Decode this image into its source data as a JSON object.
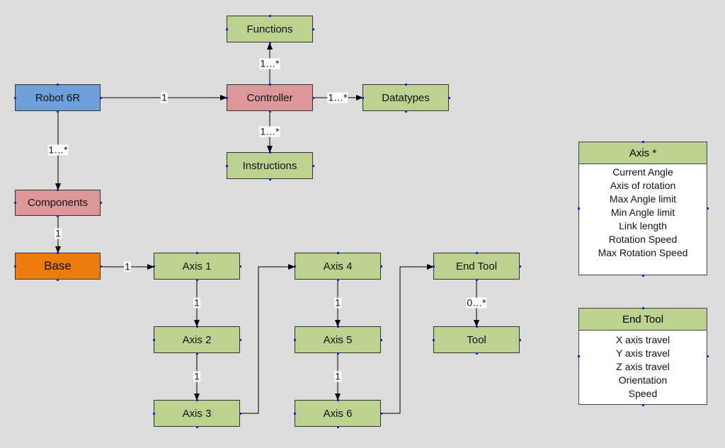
{
  "nodes": {
    "functions": "Functions",
    "robot": "Robot 6R",
    "controller": "Controller",
    "datatypes": "Datatypes",
    "instructions": "Instructions",
    "components": "Components",
    "base": "Base",
    "axis1": "Axis 1",
    "axis2": "Axis 2",
    "axis3": "Axis 3",
    "axis4": "Axis 4",
    "axis5": "Axis 5",
    "axis6": "Axis 6",
    "endtool": "End Tool",
    "tool": "Tool"
  },
  "edge_labels": {
    "controller_functions": "1…*",
    "robot_controller": "1",
    "controller_datatypes": "1…*",
    "controller_instructions": "1…*",
    "robot_components": "1…*",
    "components_base": "1",
    "base_axis1": "1",
    "axis1_axis2": "1",
    "axis2_axis3": "1",
    "axis4_axis5": "1",
    "axis5_axis6": "1",
    "endtool_tool": "0…*"
  },
  "cards": {
    "axis": {
      "title": "Axis *",
      "rows": [
        "Current Angle",
        "Axis of rotation",
        "Max Angle limit",
        "Min Angle limit",
        "Link length",
        "Rotation Speed",
        "Max Rotation Speed"
      ]
    },
    "endtool": {
      "title": "End Tool",
      "rows": [
        "X axis travel",
        "Y axis travel",
        "Z axis travel",
        "Orientation",
        "Speed"
      ]
    }
  },
  "colors": {
    "background": "#dcdcdc",
    "green": "#bcd290",
    "blue": "#6f9fd8",
    "red": "#dc9898",
    "orange": "#ec7a0c",
    "handle": "#1a28c8"
  }
}
